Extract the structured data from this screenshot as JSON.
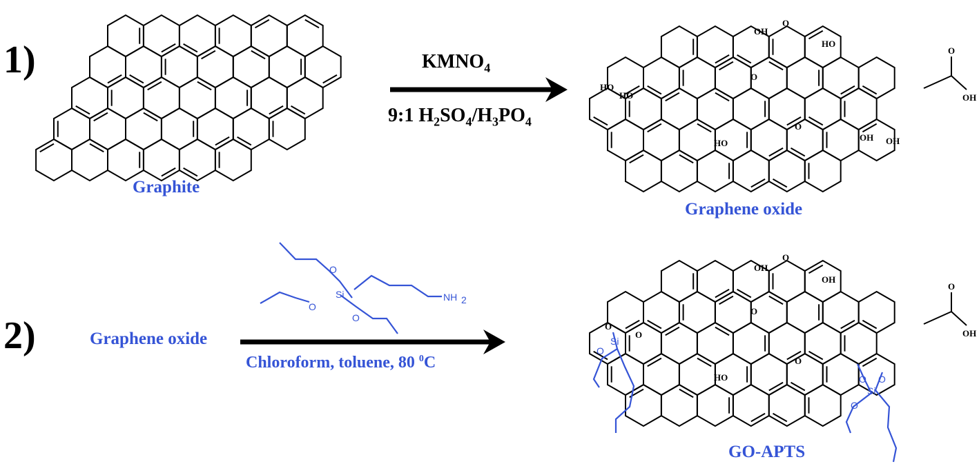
{
  "steps": {
    "one": "1)",
    "two": "2)"
  },
  "reaction1": {
    "reagent_main": "KMNO",
    "reagent_main_sub": "4",
    "conditions": [
      "9:1 H",
      "2",
      "SO",
      "4",
      "/H",
      "3",
      "PO",
      "4"
    ],
    "start_label": "Graphite",
    "product_label": "Graphene oxide"
  },
  "reaction2": {
    "start_label": "Graphene oxide",
    "conditions": "Chloroform, toluene, 80",
    "conditions_sup": "0",
    "conditions_unit": "C",
    "product_label": "GO-APTS",
    "silane": {
      "si": "Si",
      "o": "O",
      "nh2": "NH",
      "nh2_sub": "2"
    }
  },
  "groups": {
    "oh": "OH",
    "ho": "HO",
    "o": "O"
  },
  "colors": {
    "blue": "#3554d6",
    "black": "#000000"
  }
}
